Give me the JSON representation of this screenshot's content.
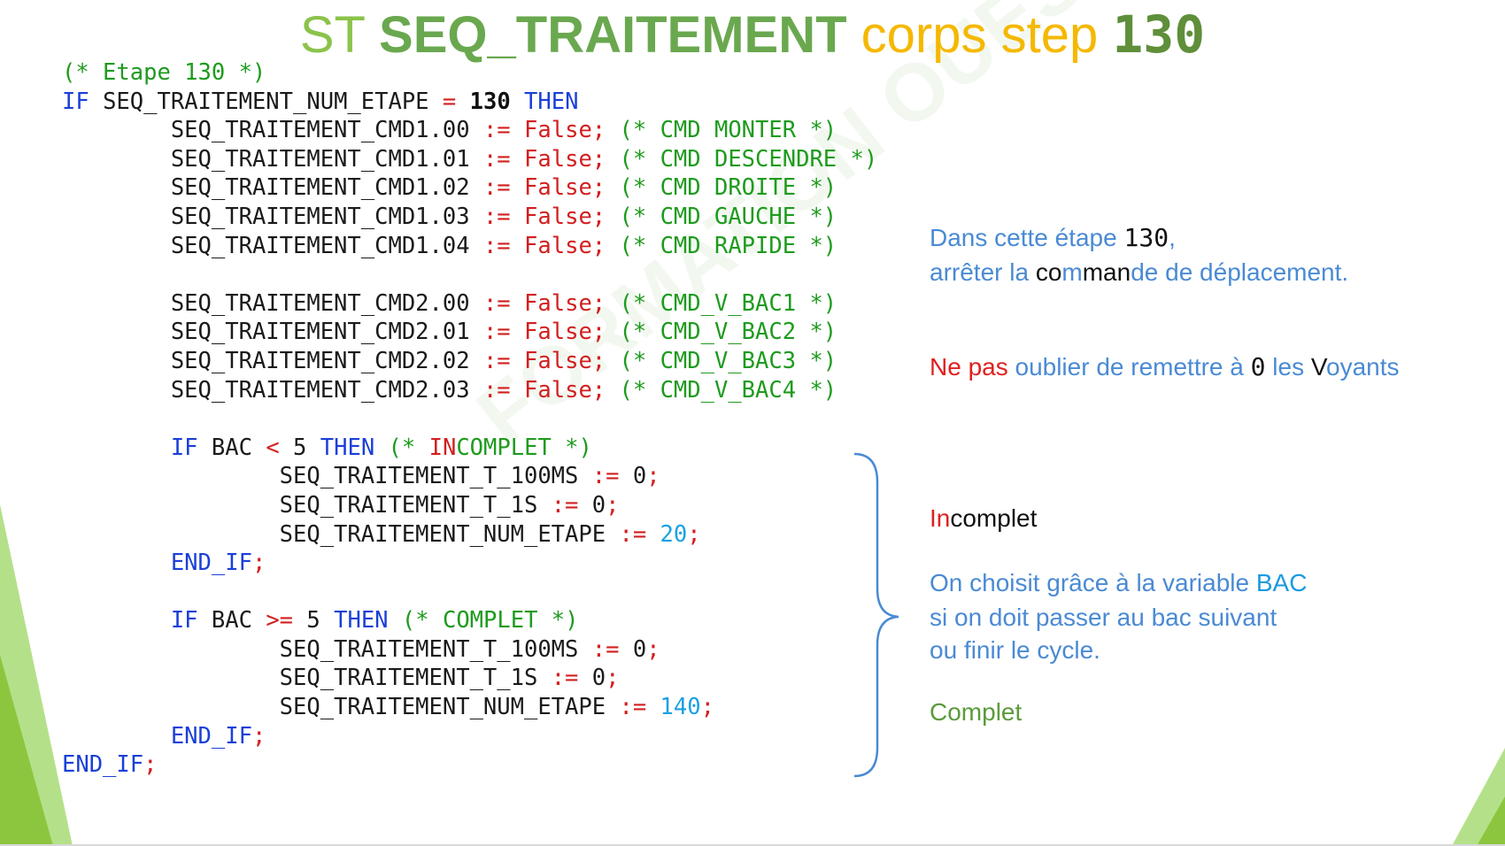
{
  "title": {
    "part1": "ST ",
    "part2": "SEQ_TRAITEMENT",
    "part3": " corps step ",
    "part4": "130"
  },
  "code": {
    "comment_etape": "(* Etape 130 *)",
    "kw_if": "IF",
    "kw_then": "THEN",
    "kw_end_if": "END_IF",
    "var_num_etape": "SEQ_TRAITEMENT_NUM_ETAPE",
    "op_eq": "=",
    "op_assign": ":=",
    "op_lt": "<",
    "op_ge": ">=",
    "semicolon": ";",
    "val_130": "130",
    "val_false": "False",
    "cmd1": [
      {
        "var": "SEQ_TRAITEMENT_CMD1.00",
        "comment": "(* CMD MONTER *)"
      },
      {
        "var": "SEQ_TRAITEMENT_CMD1.01",
        "comment": "(* CMD DESCENDRE *)"
      },
      {
        "var": "SEQ_TRAITEMENT_CMD1.02",
        "comment": "(* CMD DROITE *)"
      },
      {
        "var": "SEQ_TRAITEMENT_CMD1.03",
        "comment": "(* CMD GAUCHE *)"
      },
      {
        "var": "SEQ_TRAITEMENT_CMD1.04",
        "comment": "(* CMD RAPIDE *)"
      }
    ],
    "cmd2": [
      {
        "var": "SEQ_TRAITEMENT_CMD2.00",
        "comment": "(* CMD_V_BAC1 *)"
      },
      {
        "var": "SEQ_TRAITEMENT_CMD2.01",
        "comment": "(* CMD_V_BAC2 *)"
      },
      {
        "var": "SEQ_TRAITEMENT_CMD2.02",
        "comment": "(* CMD_V_BAC3 *)"
      },
      {
        "var": "SEQ_TRAITEMENT_CMD2.03",
        "comment": "(* CMD_V_BAC4 *)"
      }
    ],
    "var_bac": "BAC",
    "val_5": "5",
    "incomplet": {
      "comment_open": "(* ",
      "comment_red": "IN",
      "comment_rest": "COMPLET *)",
      "t100": "SEQ_TRAITEMENT_T_100MS",
      "t1s": "SEQ_TRAITEMENT_T_1S",
      "zero": "0",
      "next_step": "20"
    },
    "complet": {
      "comment": "(* COMPLET *)",
      "t100": "SEQ_TRAITEMENT_T_100MS",
      "t1s": "SEQ_TRAITEMENT_T_1S",
      "zero": "0",
      "next_step": "140"
    }
  },
  "watermark": "FORMATION OUEST",
  "notes": {
    "n1_a": "Dans cette étape ",
    "n1_b": "130",
    "n1_c": ",",
    "n2_a": "arrêter la ",
    "n2_b": "co",
    "n2_c": "m",
    "n2_d": "man",
    "n2_e": "d",
    "n2_f": "e de déplacement.",
    "n3_a": "Ne pas",
    "n3_b": " oublier de remettre à ",
    "n3_c": "0",
    "n3_d": " les ",
    "n3_e": "V",
    "n3_f": "oyants",
    "n4_a": "In",
    "n4_b": "complet",
    "n5_a": "On choisit grâce à la variable ",
    "n5_b": "BAC",
    "n6": "si on doit passer au bac suivant",
    "n7": "ou finir le cycle.",
    "n8": "Complet"
  },
  "colors": {
    "keyword": "#1a3fd8",
    "operator": "#d21f1f",
    "comment": "#1e9b1e",
    "number": "#1aa0e0",
    "note_blue": "#4a8ad4",
    "accent_green": "#8bc34a",
    "title_yellow": "#f5b800"
  }
}
